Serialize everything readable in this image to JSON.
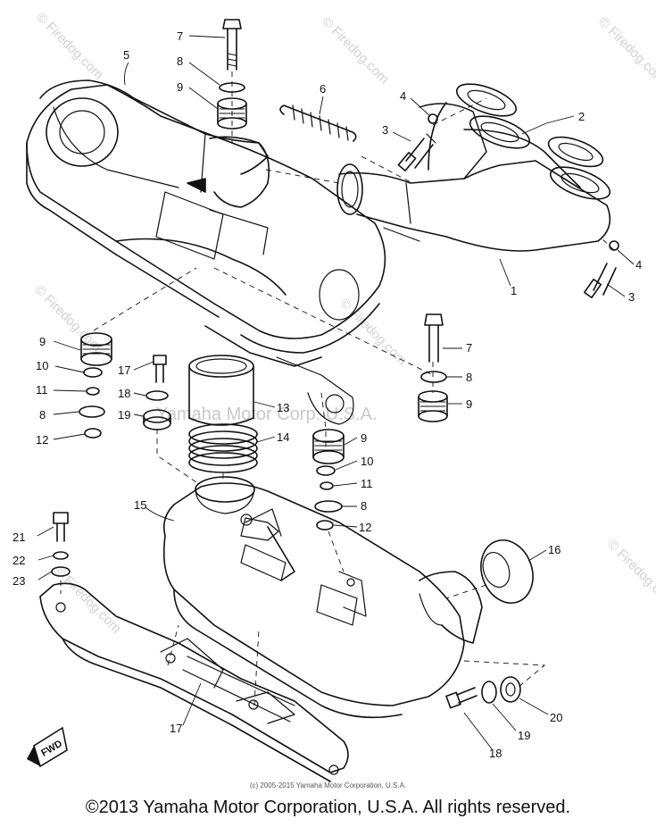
{
  "watermarks": {
    "center": "Yamaha Motor Corp. U.S.A.",
    "side": "© Firedog.com"
  },
  "fwd_label": "FWD",
  "small_copyright": "(c) 2005-2015 Yamaha Motor Corporation, U.S.A.",
  "footer": "©2013 Yamaha Motor Corporation, U.S.A. All rights reserved.",
  "callouts": [
    {
      "id": "c1",
      "n": "1"
    },
    {
      "id": "c2",
      "n": "2"
    },
    {
      "id": "c3a",
      "n": "3"
    },
    {
      "id": "c3b",
      "n": "3"
    },
    {
      "id": "c4a",
      "n": "4"
    },
    {
      "id": "c4b",
      "n": "4"
    },
    {
      "id": "c5",
      "n": "5"
    },
    {
      "id": "c6",
      "n": "6"
    },
    {
      "id": "c7a",
      "n": "7"
    },
    {
      "id": "c7b",
      "n": "7"
    },
    {
      "id": "c8a",
      "n": "8"
    },
    {
      "id": "c8b",
      "n": "8"
    },
    {
      "id": "c8c",
      "n": "8"
    },
    {
      "id": "c8d",
      "n": "8"
    },
    {
      "id": "c9a",
      "n": "9"
    },
    {
      "id": "c9b",
      "n": "9"
    },
    {
      "id": "c9c",
      "n": "9"
    },
    {
      "id": "c9d",
      "n": "9"
    },
    {
      "id": "c10a",
      "n": "10"
    },
    {
      "id": "c10b",
      "n": "10"
    },
    {
      "id": "c11a",
      "n": "11"
    },
    {
      "id": "c11b",
      "n": "11"
    },
    {
      "id": "c12a",
      "n": "12"
    },
    {
      "id": "c12b",
      "n": "12"
    },
    {
      "id": "c13",
      "n": "13"
    },
    {
      "id": "c14",
      "n": "14"
    },
    {
      "id": "c15",
      "n": "15"
    },
    {
      "id": "c16",
      "n": "16"
    },
    {
      "id": "c17",
      "n": "17"
    },
    {
      "id": "c18a",
      "n": "18"
    },
    {
      "id": "c18b",
      "n": "18"
    },
    {
      "id": "c19a",
      "n": "19"
    },
    {
      "id": "c19b",
      "n": "19"
    },
    {
      "id": "c20a",
      "n": "20"
    },
    {
      "id": "c20b",
      "n": "20"
    },
    {
      "id": "c21",
      "n": "21"
    },
    {
      "id": "c22",
      "n": "22"
    },
    {
      "id": "c23",
      "n": "23"
    }
  ]
}
